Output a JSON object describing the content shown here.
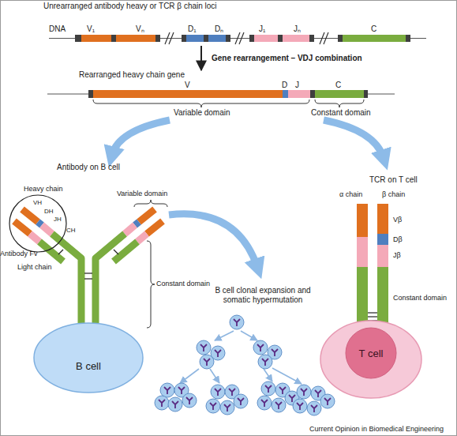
{
  "diagram": {
    "nodes": [
      {
        "text": [
          "Unrearranged antibody heavy or TCR β chain loci"
        ]
      },
      {
        "text": [
          "Rearranged heavy chain gene"
        ]
      },
      {
        "text": [
          "B cell"
        ]
      },
      {
        "text": [
          "T cell"
        ]
      }
    ],
    "edges": [
      {
        "from": 0,
        "to": 1,
        "arrow": "to",
        "label": "Gene rearrangement – VDJ combination"
      }
    ],
    "labels": [
      "DNA",
      "V₁",
      "Vₙ",
      "D₁",
      "Dₙ",
      "J₁",
      "Jₙ",
      "C",
      "V",
      "D",
      "J",
      "C",
      "Variable domain",
      "Constant domain",
      "Antibody on B cell",
      "TCR on T cell",
      "Heavy chain",
      "VH",
      "DH",
      "JH",
      "CH",
      "Antibody Fv",
      "Light chain",
      "Variable domain",
      "Constant domain",
      "B cell clonal expansion and somatic hypermutation",
      "α chain",
      "β chain",
      "Vβ",
      "Dβ",
      "Jβ",
      "Constant domain",
      "Current Opinion in Biomedical Engineering"
    ]
  }
}
